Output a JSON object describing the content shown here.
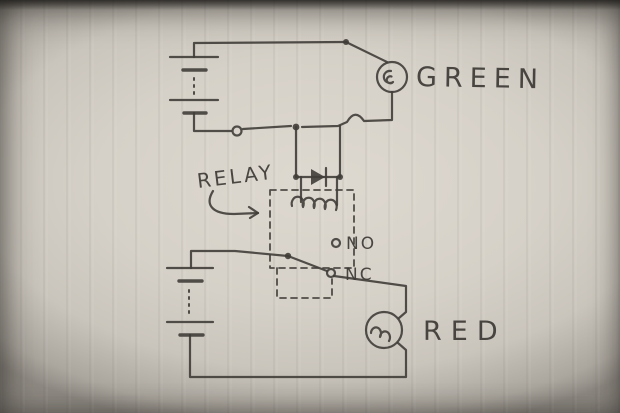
{
  "diagram": {
    "labels": {
      "relay": "RELAY",
      "no": "NO",
      "nc": "NC",
      "green": "GREEN",
      "red": "RED"
    },
    "colors": {
      "paper": "#d6d1c8",
      "pencil": "#403d39"
    }
  }
}
